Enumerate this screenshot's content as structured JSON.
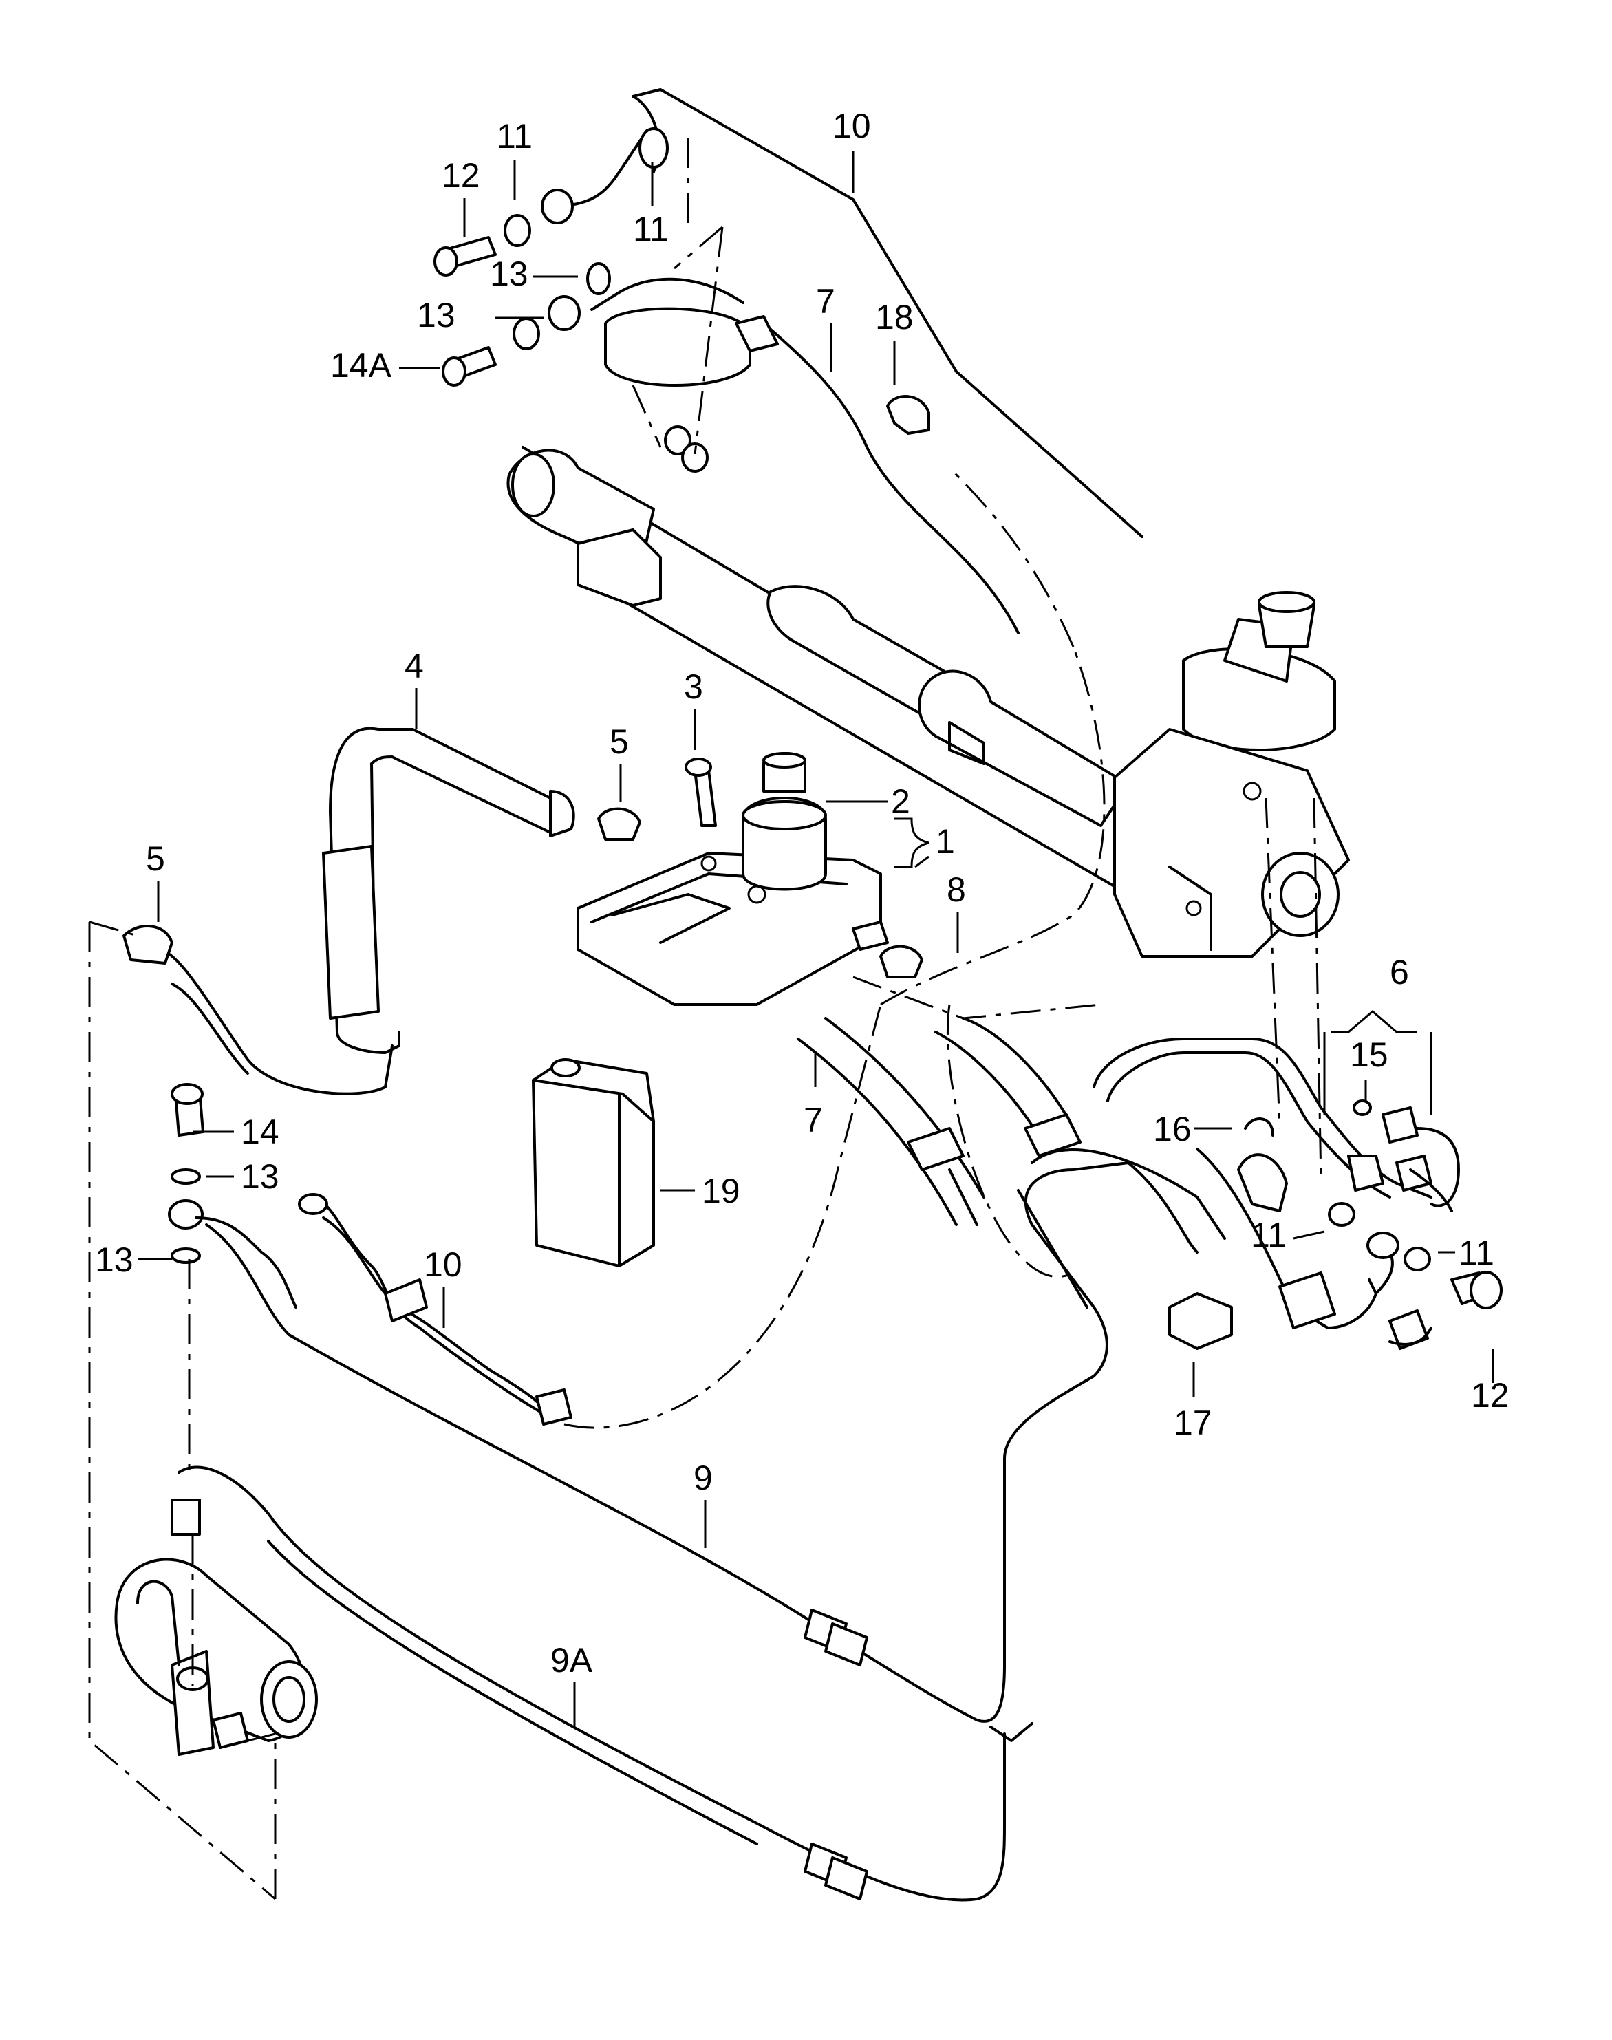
{
  "callouts": {
    "c1": "1",
    "c2": "2",
    "c3": "3",
    "c4": "4",
    "c5a": "5",
    "c5b": "5",
    "c6": "6",
    "c7a": "7",
    "c7b": "7",
    "c8": "8",
    "c9": "9",
    "c9a": "9A",
    "c10a": "10",
    "c10b": "10",
    "c11a": "11",
    "c11b": "11",
    "c11c": "11",
    "c11d": "11",
    "c12a": "12",
    "c12b": "12",
    "c13a": "13",
    "c13b": "13",
    "c13c": "13",
    "c13d": "13",
    "c14": "14",
    "c14a": "14A",
    "c15": "15",
    "c16": "16",
    "c17": "17",
    "c18": "18",
    "c19": "19"
  }
}
